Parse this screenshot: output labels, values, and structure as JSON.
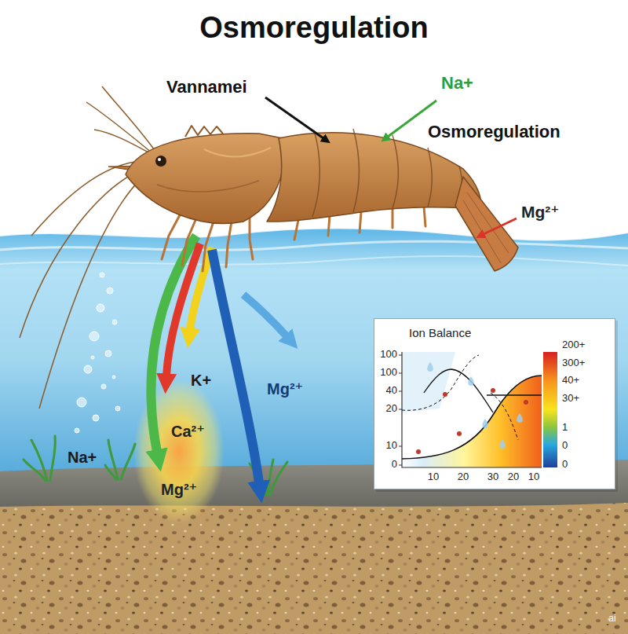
{
  "diagram": {
    "title": "Osmoregulation",
    "nodes": [
      {
        "text": [
          "Ion Balance"
        ]
      }
    ],
    "labels": [
      "Vannamei",
      "Na+",
      "Osmoregulation",
      "Mg²⁺",
      "K+",
      "Mg²⁺",
      "Ca²⁺",
      "Na+",
      "Mg²⁺",
      "100",
      "100",
      "40",
      "20",
      "10",
      "0",
      "10",
      "20",
      "30",
      "20",
      "10",
      "200+",
      "300+",
      "40+",
      "30+",
      "1",
      "0",
      "0",
      "ai"
    ]
  }
}
